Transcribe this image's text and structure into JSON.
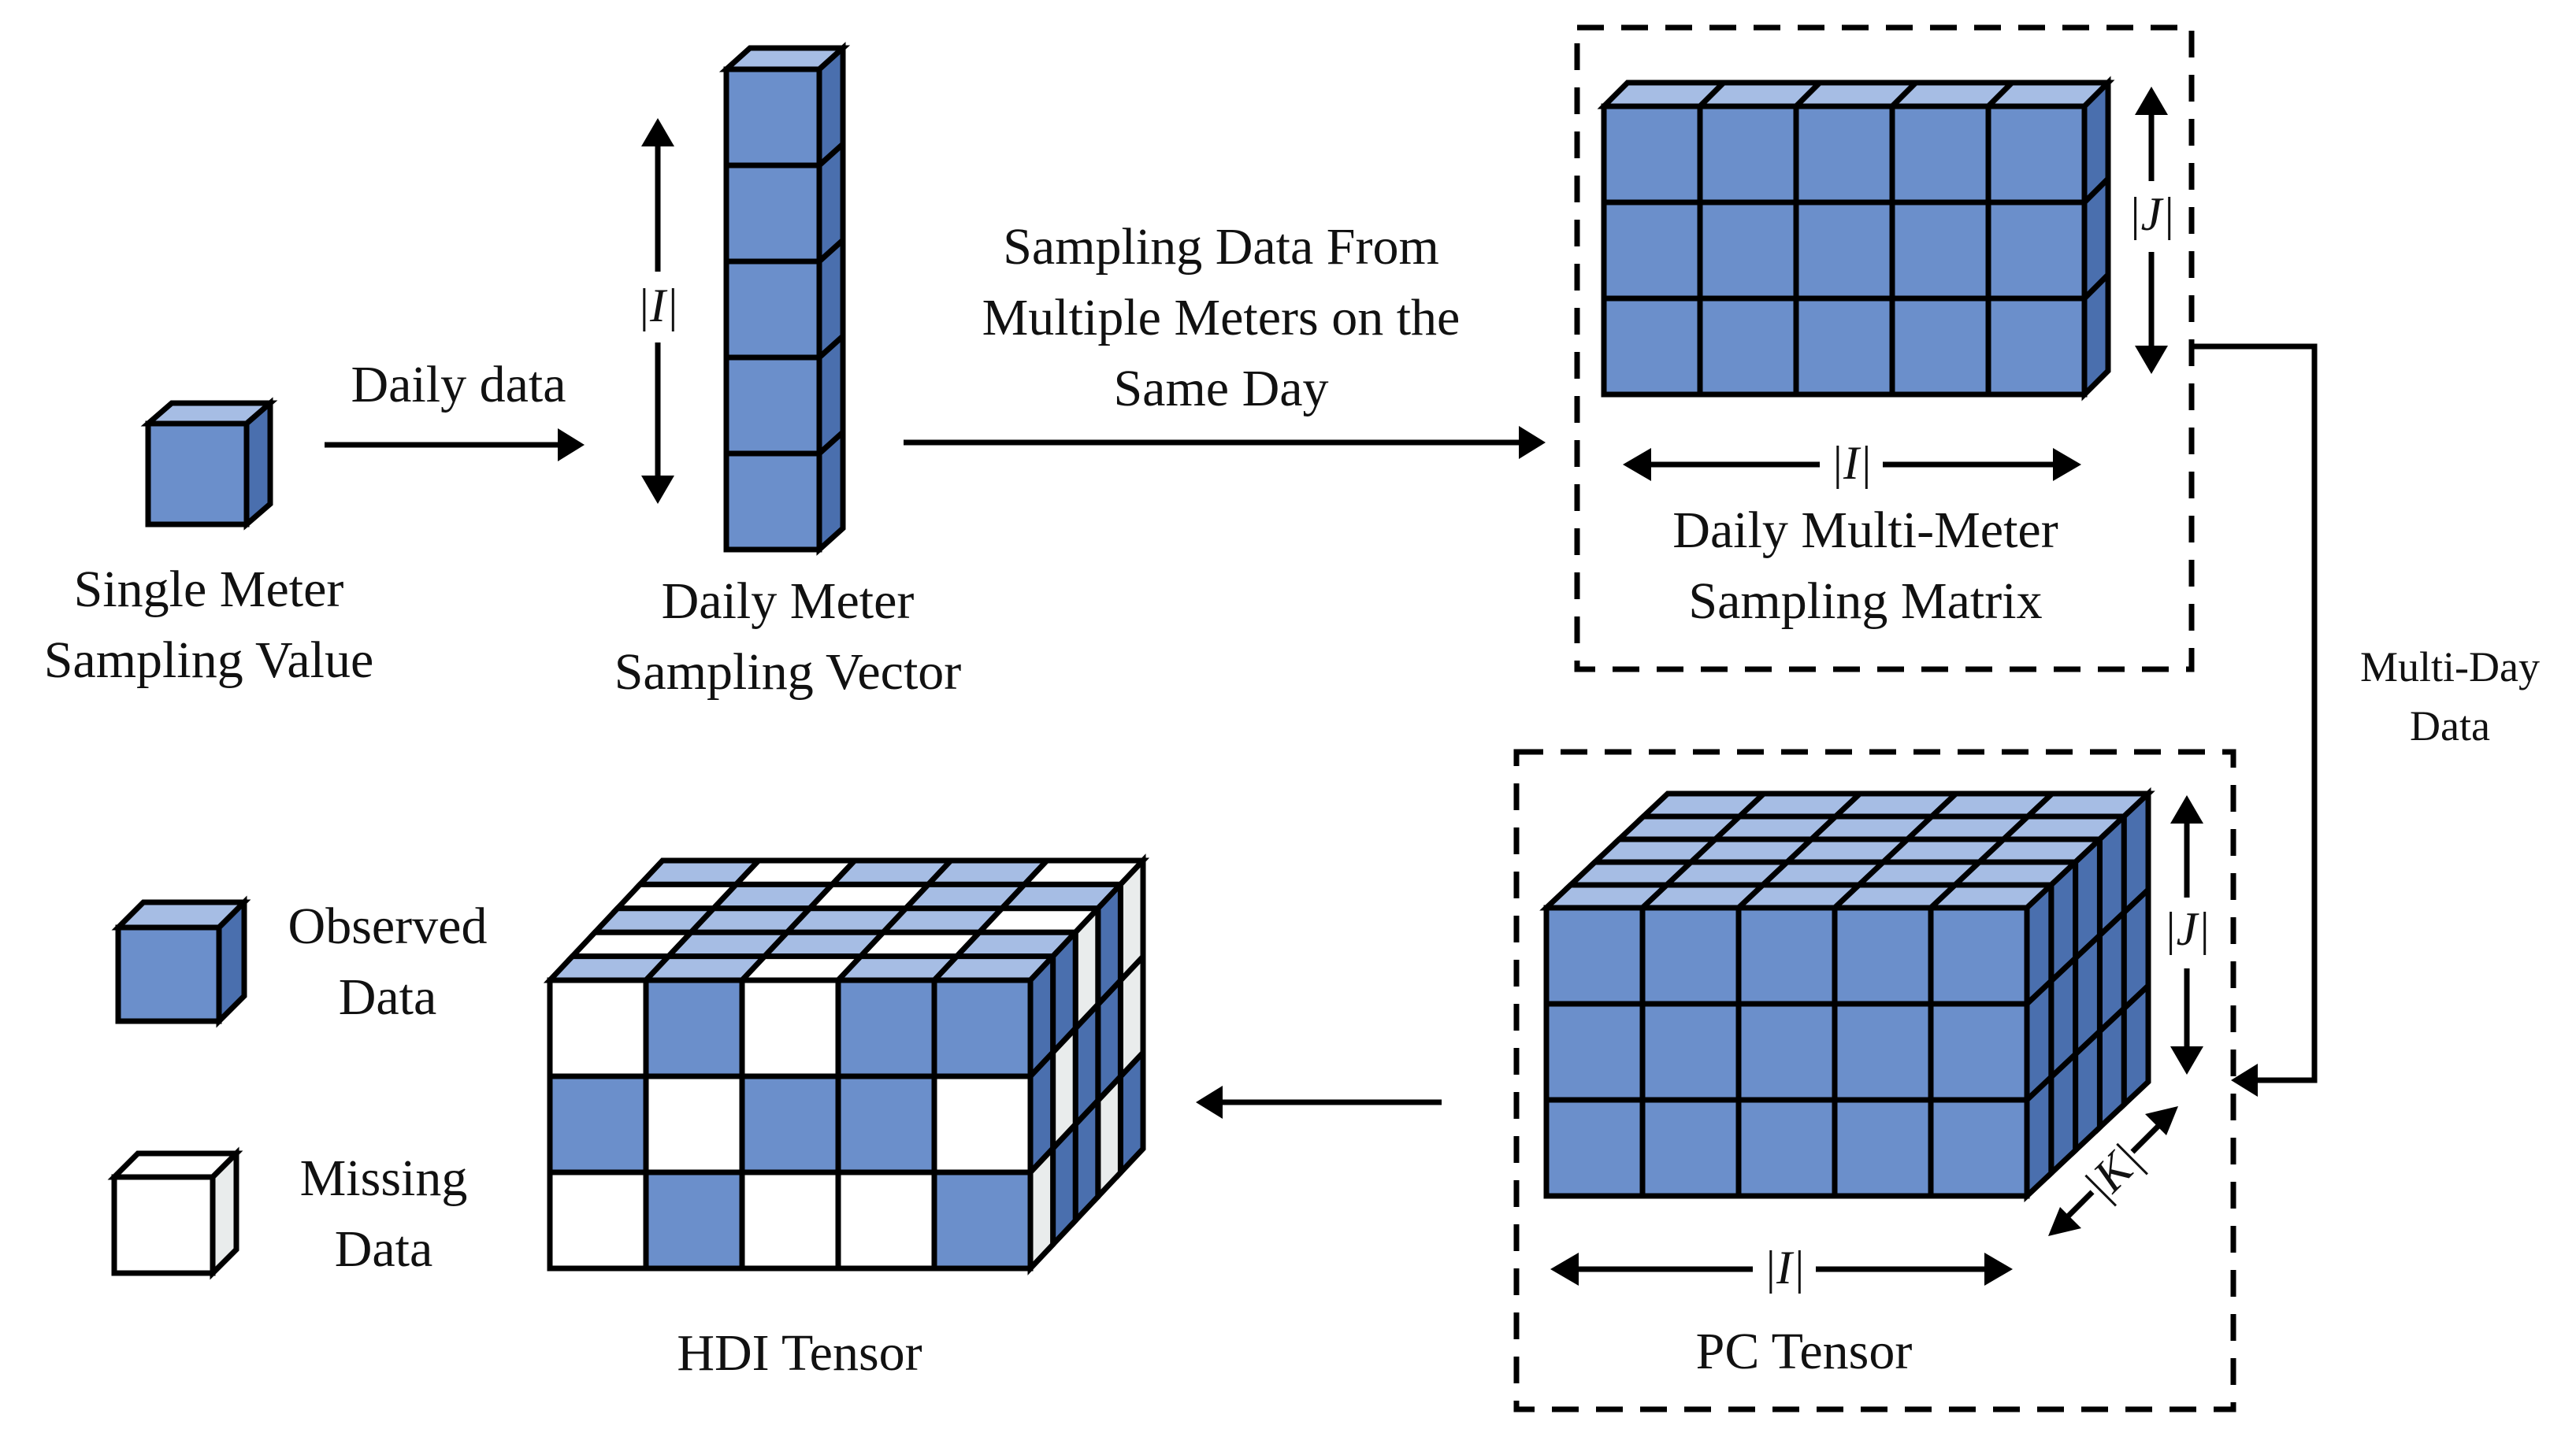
{
  "colors": {
    "observed": "#6b8fcb",
    "observed_top": "#a6bde4",
    "observed_side": "#4a6fae",
    "missing": "#ffffff",
    "missing_side": "#e9ecec",
    "outline": "#000000"
  },
  "labels": {
    "single_meter": [
      "Single Meter",
      "Sampling Value"
    ],
    "daily_data": "Daily data",
    "daily_vector": [
      "Daily Meter",
      "Sampling Vector"
    ],
    "sampling_from": [
      "Sampling Data From",
      "Multiple Meters on the",
      "Same Day"
    ],
    "daily_matrix": [
      "Daily Multi-Meter",
      "Sampling Matrix"
    ],
    "multi_day": [
      "Multi-Day",
      "Data"
    ],
    "pc_tensor": "PC Tensor",
    "hdi_tensor": "HDI Tensor",
    "observed": [
      "Observed",
      "Data"
    ],
    "missing": [
      "Missing",
      "Data"
    ]
  },
  "dims": {
    "I": "|I|",
    "J": "|J|",
    "K": "|K|"
  },
  "shapes": {
    "daily_vector": {
      "rows": 5,
      "cols": 1
    },
    "daily_matrix": {
      "rows": 3,
      "cols": 5
    },
    "pc_tensor": {
      "rows": 3,
      "cols": 5,
      "depth": 5
    },
    "hdi_tensor": {
      "front": [
        [
          0,
          1,
          0,
          1,
          1
        ],
        [
          1,
          0,
          1,
          1,
          0
        ],
        [
          0,
          1,
          0,
          0,
          1
        ]
      ],
      "top": [
        [
          1,
          1,
          0,
          1,
          1
        ],
        [
          0,
          1,
          1,
          0,
          1
        ],
        [
          1,
          1,
          1,
          1,
          0
        ],
        [
          0,
          1,
          0,
          1,
          1
        ],
        [
          1,
          0,
          1,
          1,
          0
        ]
      ],
      "side": [
        [
          1,
          1,
          0,
          1,
          0
        ],
        [
          1,
          0,
          1,
          1,
          0
        ],
        [
          0,
          1,
          1,
          0,
          1
        ]
      ]
    }
  }
}
